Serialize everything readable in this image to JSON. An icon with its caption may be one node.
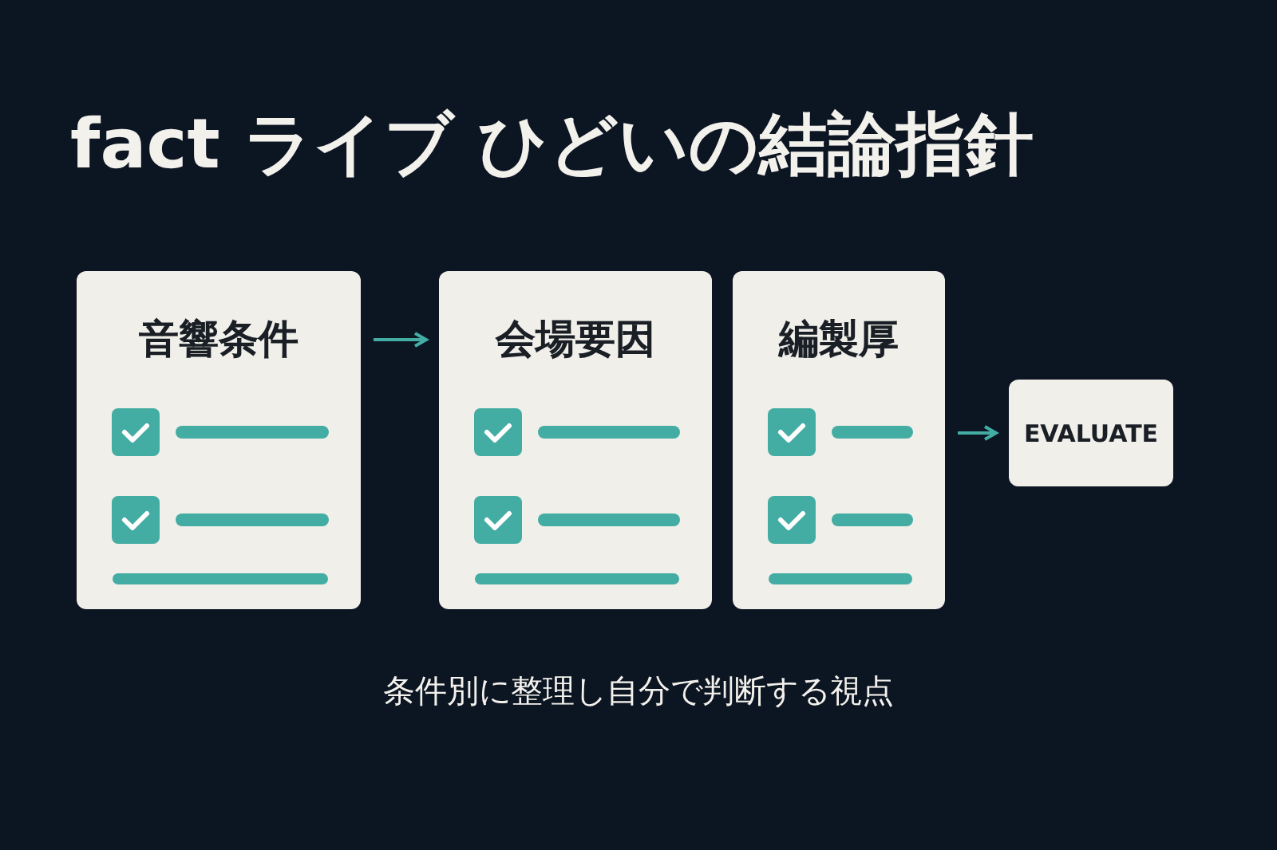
{
  "diagram": {
    "title": "fact ライブ ひどいの結論指針",
    "caption": "条件別に整理し自分で判断する視点",
    "nodes": [
      {
        "text": [
          "音響条件"
        ]
      },
      {
        "text": [
          "会場要因"
        ]
      },
      {
        "text": [
          "編製厚"
        ]
      },
      {
        "text": [
          "EVALUATE"
        ]
      }
    ],
    "edges": [
      {
        "from": 0,
        "to": 1,
        "arrow": "to"
      },
      {
        "from": 2,
        "to": 3,
        "arrow": "to"
      }
    ]
  }
}
